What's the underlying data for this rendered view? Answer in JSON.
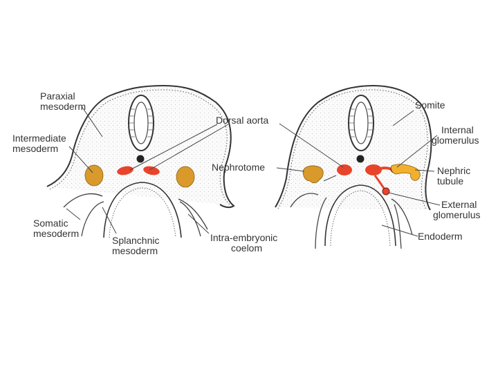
{
  "labels": {
    "paraxial_mesoderm": [
      "Paraxial",
      "mesoderm"
    ],
    "intermediate_mesoderm": [
      "Intermediate",
      "mesoderm"
    ],
    "somatic_mesoderm": [
      "Somatic",
      "mesoderm"
    ],
    "splanchnic_mesoderm": [
      "Splanchnic",
      "mesoderm"
    ],
    "dorsal_aorta": [
      "Dorsal aorta"
    ],
    "nephrotome": [
      "Nephrotome"
    ],
    "intra_embryonic_coelom": [
      "Intra-embryonic",
      "coelom"
    ],
    "somite": [
      "Somite"
    ],
    "internal_glomerulus": [
      "Internal",
      "glomerulus"
    ],
    "nephric_tubule": [
      "Nephric",
      "tubule"
    ],
    "external_glomerulus": [
      "External",
      "glomerulus"
    ],
    "endoderm": [
      "Endoderm"
    ]
  },
  "colors": {
    "aorta": "#e8442b",
    "nephrotome": "#d99a2b",
    "tubule": "#f2b02e",
    "outline": "#333333",
    "stipple": "#dddddd"
  }
}
